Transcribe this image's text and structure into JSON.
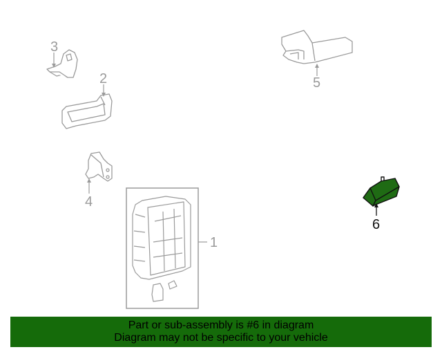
{
  "diagram": {
    "highlighted_part": "6",
    "colors": {
      "line_inactive": "#9a9a9a",
      "fill_inactive": "#ffffff",
      "line_active": "#111111",
      "fill_active": "#1f6b14",
      "footer_bg": "#156b0a"
    },
    "callouts": [
      {
        "id": "1",
        "label": "1"
      },
      {
        "id": "2",
        "label": "2"
      },
      {
        "id": "3",
        "label": "3"
      },
      {
        "id": "4",
        "label": "4"
      },
      {
        "id": "5",
        "label": "5"
      },
      {
        "id": "6",
        "label": "6"
      }
    ]
  },
  "footer": {
    "line1": "Part or sub-assembly is #6 in diagram",
    "line2": "Diagram may not be specific to your vehicle"
  }
}
